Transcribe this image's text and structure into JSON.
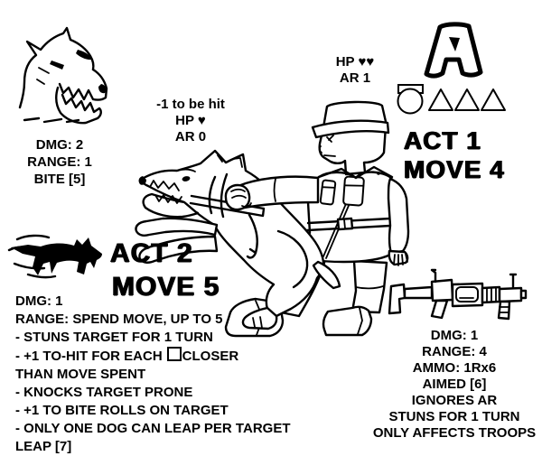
{
  "colors": {
    "ink": "#000000",
    "paper": "#ffffff"
  },
  "bite_attack": {
    "dmg": "DMG: 2",
    "range": "RANGE: 1",
    "name": "BITE [5]"
  },
  "dog_unit": {
    "modifier": "-1 to be hit",
    "hp": "HP ♥",
    "ar": "AR 0",
    "act": "ACT 2",
    "move": "MOVE 5"
  },
  "soldier_unit": {
    "hp": "HP ♥♥",
    "ar": "AR 1",
    "act": "ACT 1",
    "move": "MOVE 4"
  },
  "leap_attack": {
    "dmg": "DMG: 1",
    "range": "RANGE: SPEND MOVE, UP TO 5",
    "rule_stun": "- STUNS TARGET FOR 1 TURN",
    "rule_tohit_before_square": "- +1 TO-HIT FOR EACH",
    "rule_tohit_after_square": "CLOSER",
    "rule_tohit_wrap": "THAN MOVE SPENT",
    "rule_prone": "- KNOCKS TARGET PRONE",
    "rule_bite_bonus": "- +1 TO BITE ROLLS ON TARGET",
    "rule_one_dog": "- ONLY ONE DOG CAN LEAP PER TARGET",
    "name": "LEAP [7]"
  },
  "gun_attack": {
    "dmg": "DMG: 1",
    "range": "RANGE: 4",
    "ammo": "AMMO: 1Rx6",
    "name": "AIMED [6]",
    "special": [
      "IGNORES AR",
      "STUNS FOR 1 TURN",
      "ONLY AFFECTS TROOPS"
    ]
  },
  "icons": {
    "bite": "snarling-dog-head",
    "leap": "leaping-dog-silhouette",
    "team_logo": "letter-a",
    "insignia": "medal-and-three-triangles",
    "scene": "dog-handler-with-leashed-dog",
    "weapon": "machine-gun"
  }
}
